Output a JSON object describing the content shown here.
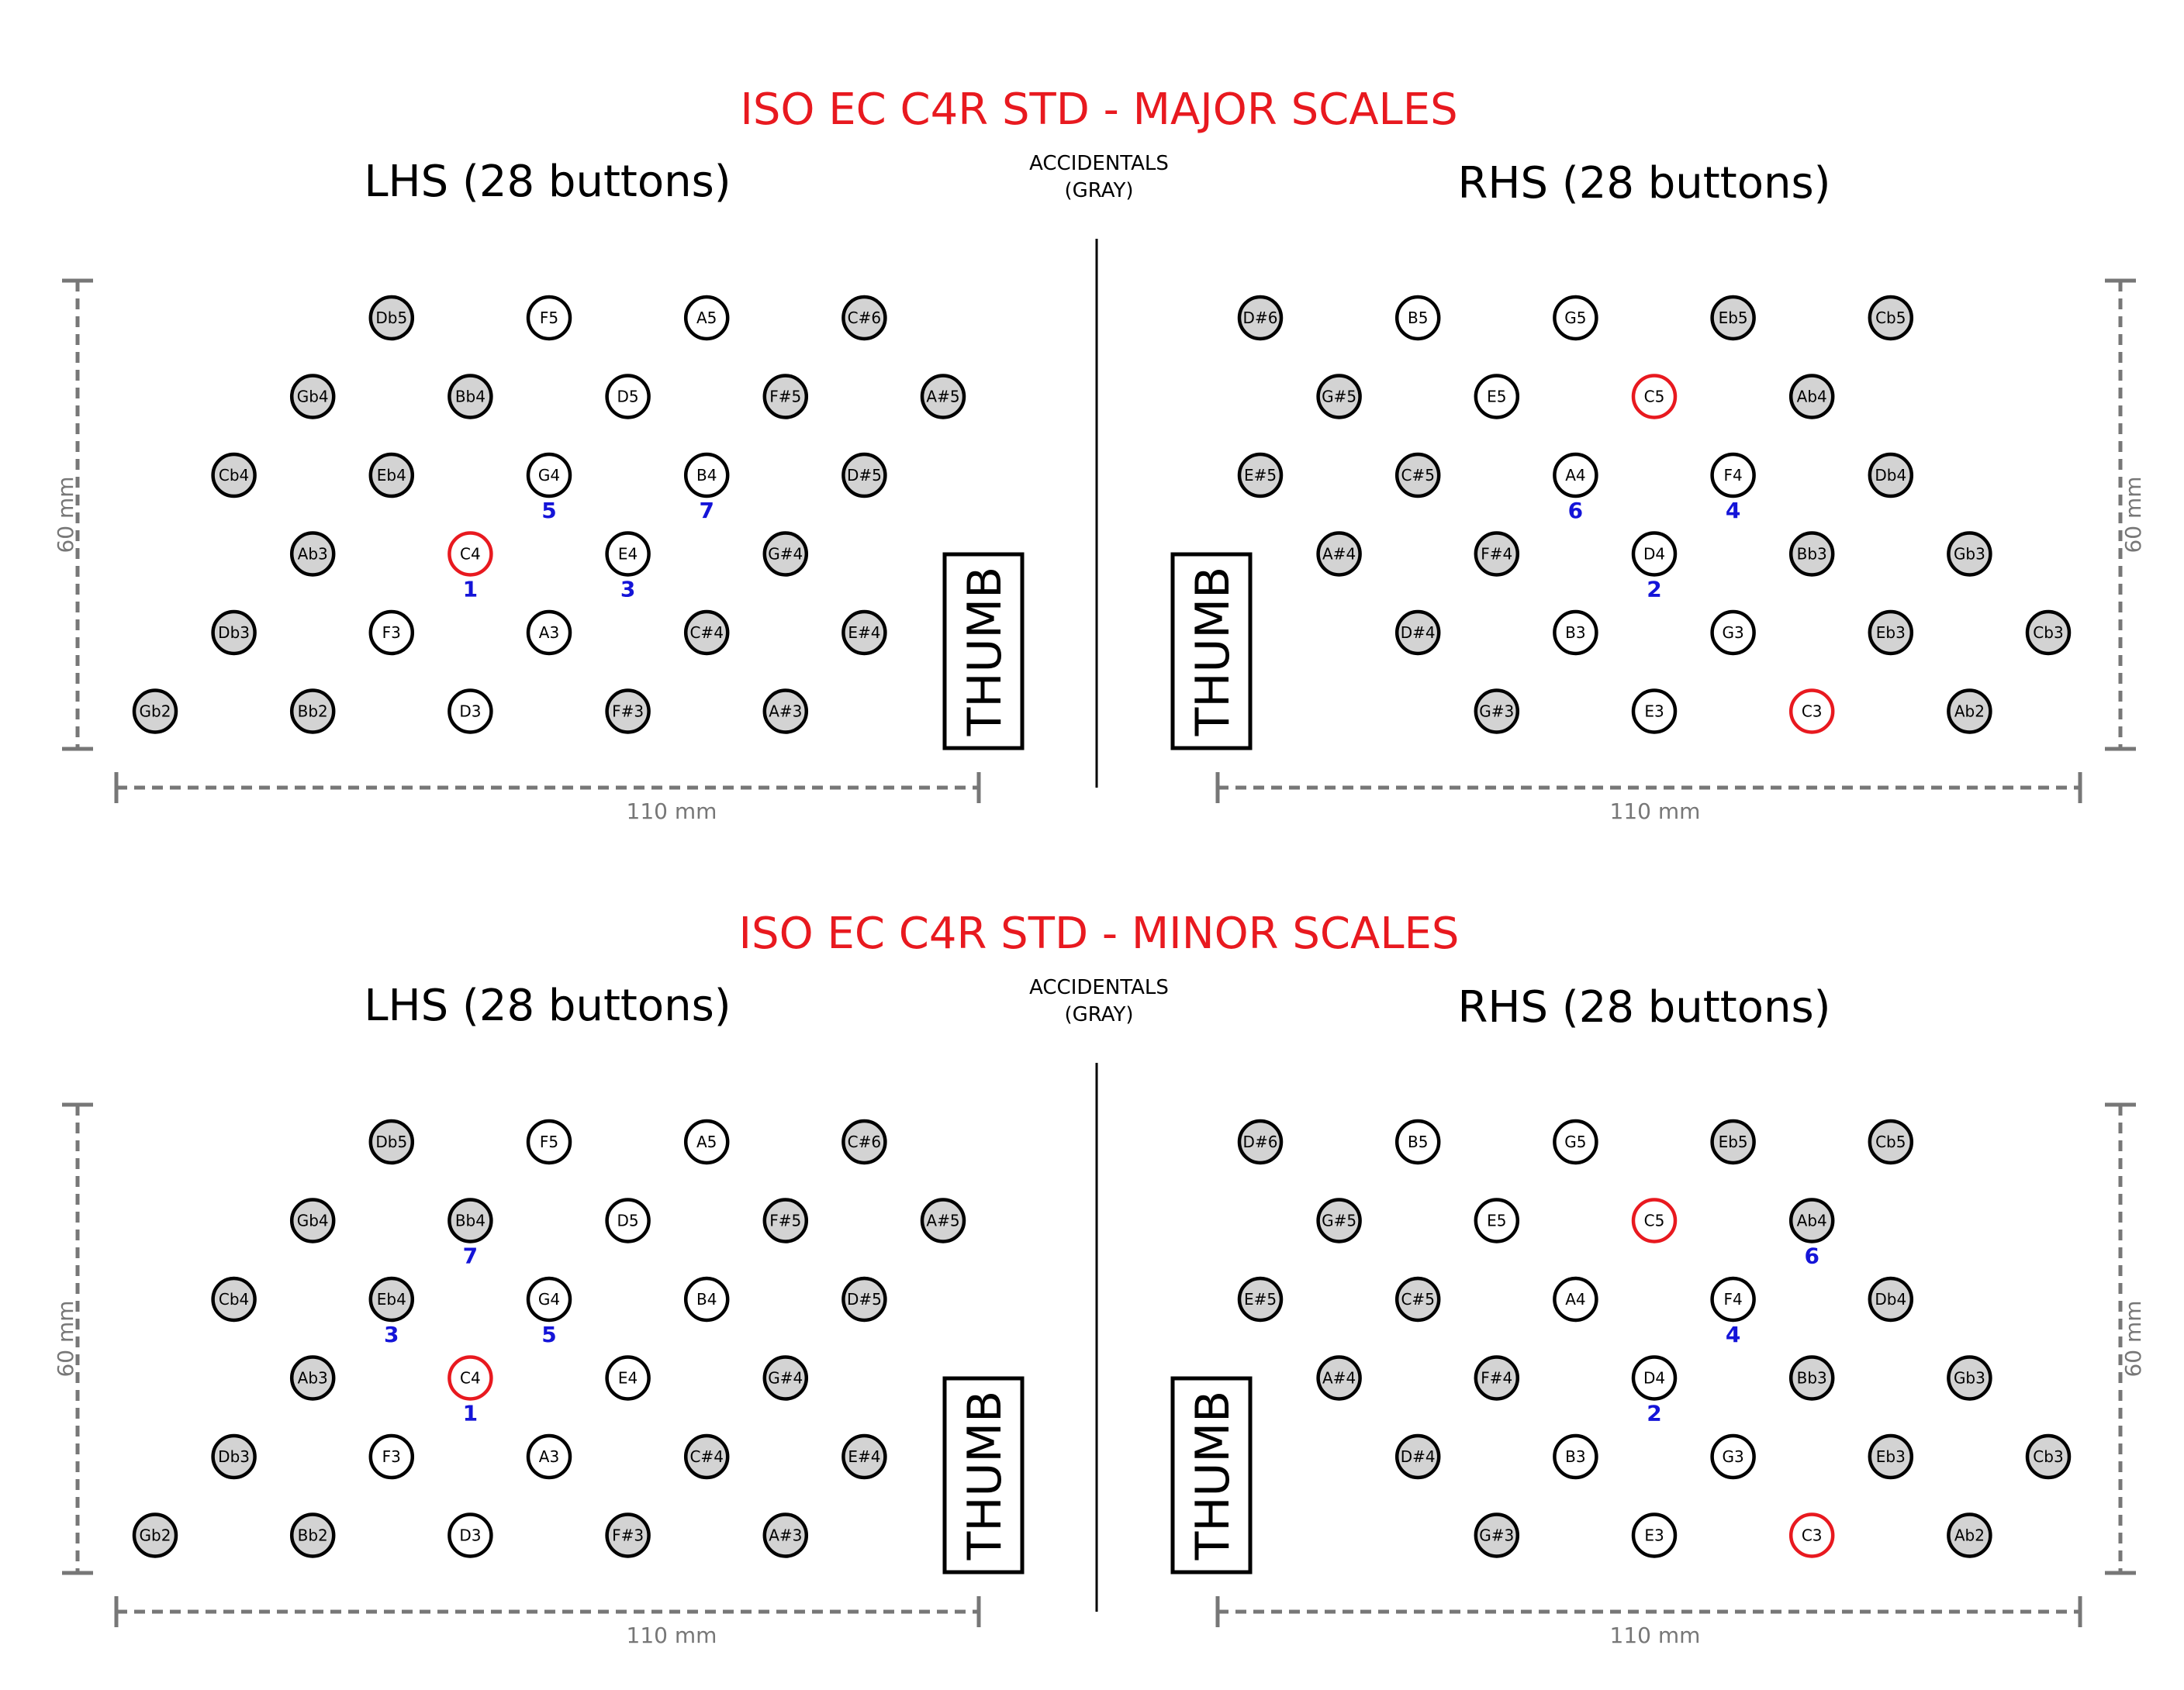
{
  "colors": {
    "title": "#e8191f",
    "accidental_fill": "#d3d3d3",
    "natural_fill": "#ffffff",
    "tonic_ring": "#e8191f",
    "scale_degree": "#1414d8",
    "dimension": "#777777",
    "ink": "#000000"
  },
  "common": {
    "lhs_title": "LHS (28 buttons)",
    "rhs_title": "RHS (28 buttons)",
    "accidentals_line1": "ACCIDENTALS",
    "accidentals_line2": "(GRAY)",
    "thumb": "THUMB",
    "dim_height": "60 mm",
    "dim_width": "110 mm"
  },
  "lhs_layout": [
    [
      {
        "note": "Db5",
        "acc": true
      },
      {
        "note": "F5",
        "acc": false
      },
      {
        "note": "A5",
        "acc": false
      },
      {
        "note": "C#6",
        "acc": true
      }
    ],
    [
      {
        "note": "Gb4",
        "acc": true
      },
      {
        "note": "Bb4",
        "acc": true
      },
      {
        "note": "D5",
        "acc": false
      },
      {
        "note": "F#5",
        "acc": true
      },
      {
        "note": "A#5",
        "acc": true
      }
    ],
    [
      {
        "note": "Cb4",
        "acc": true
      },
      {
        "note": "Eb4",
        "acc": true
      },
      {
        "note": "G4",
        "acc": false
      },
      {
        "note": "B4",
        "acc": false
      },
      {
        "note": "D#5",
        "acc": true
      }
    ],
    [
      {
        "note": "Ab3",
        "acc": true
      },
      {
        "note": "C4",
        "acc": false
      },
      {
        "note": "E4",
        "acc": false
      },
      {
        "note": "G#4",
        "acc": true
      }
    ],
    [
      {
        "note": "Db3",
        "acc": true
      },
      {
        "note": "F3",
        "acc": false
      },
      {
        "note": "A3",
        "acc": false
      },
      {
        "note": "C#4",
        "acc": true
      },
      {
        "note": "E#4",
        "acc": true
      }
    ],
    [
      {
        "note": "Gb2",
        "acc": true
      },
      {
        "note": "Bb2",
        "acc": true
      },
      {
        "note": "D3",
        "acc": false
      },
      {
        "note": "F#3",
        "acc": true
      },
      {
        "note": "A#3",
        "acc": true
      }
    ]
  ],
  "rhs_layout": [
    [
      {
        "note": "D#6",
        "acc": true
      },
      {
        "note": "B5",
        "acc": false
      },
      {
        "note": "G5",
        "acc": false
      },
      {
        "note": "Eb5",
        "acc": true
      },
      {
        "note": "Cb5",
        "acc": true
      }
    ],
    [
      {
        "note": "G#5",
        "acc": true
      },
      {
        "note": "E5",
        "acc": false
      },
      {
        "note": "C5",
        "acc": false
      },
      {
        "note": "Ab4",
        "acc": true
      }
    ],
    [
      {
        "note": "E#5",
        "acc": true
      },
      {
        "note": "C#5",
        "acc": true
      },
      {
        "note": "A4",
        "acc": false
      },
      {
        "note": "F4",
        "acc": false
      },
      {
        "note": "Db4",
        "acc": true
      }
    ],
    [
      {
        "note": "A#4",
        "acc": true
      },
      {
        "note": "F#4",
        "acc": true
      },
      {
        "note": "D4",
        "acc": false
      },
      {
        "note": "Bb3",
        "acc": true
      },
      {
        "note": "Gb3",
        "acc": true
      }
    ],
    [
      {
        "note": "D#4",
        "acc": true
      },
      {
        "note": "B3",
        "acc": false
      },
      {
        "note": "G3",
        "acc": false
      },
      {
        "note": "Eb3",
        "acc": true
      },
      {
        "note": "Cb3",
        "acc": true
      }
    ],
    [
      {
        "note": "G#3",
        "acc": true
      },
      {
        "note": "E3",
        "acc": false
      },
      {
        "note": "C3",
        "acc": false
      },
      {
        "note": "Ab2",
        "acc": true
      }
    ]
  ],
  "panels": [
    {
      "title": "ISO EC C4R STD - MAJOR SCALES",
      "tonics": [
        "C4",
        "C5",
        "C3"
      ],
      "lhs_degrees": {
        "C4": "1",
        "E4": "3",
        "G4": "5",
        "B4": "7"
      },
      "rhs_degrees": {
        "D4": "2",
        "F4": "4",
        "A4": "6"
      }
    },
    {
      "title": "ISO EC C4R STD - MINOR SCALES",
      "tonics": [
        "C4",
        "C5",
        "C3"
      ],
      "lhs_degrees": {
        "C4": "1",
        "Eb4": "3",
        "G4": "5",
        "Bb4": "7"
      },
      "rhs_degrees": {
        "D4": "2",
        "F4": "4",
        "Ab4": "6"
      }
    }
  ]
}
